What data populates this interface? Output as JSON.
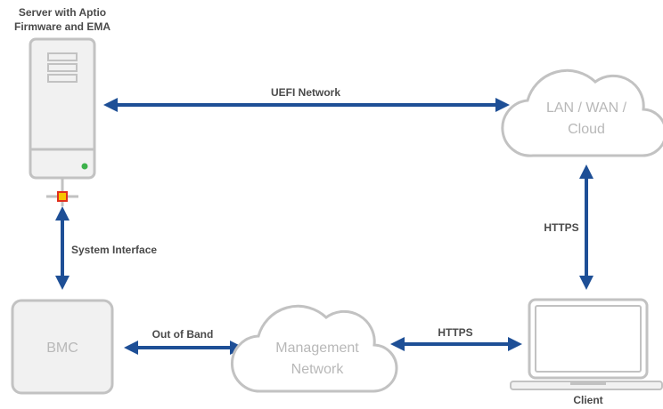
{
  "labels": {
    "server_title_line1": "Server with Aptio",
    "server_title_line2": "Firmware and EMA",
    "uefi_network": "UEFI Network",
    "system_interface": "System Interface",
    "out_of_band": "Out of Band",
    "https_client_mgmt": "HTTPS",
    "https_cloud_client": "HTTPS",
    "client": "Client"
  },
  "nodes": {
    "cloud_top_line1": "LAN / WAN /",
    "cloud_top_line2": "Cloud",
    "cloud_mgmt_line1": "Management",
    "cloud_mgmt_line2": "Network",
    "bmc": "BMC"
  },
  "colors": {
    "arrow": "#1e4f96",
    "outline": "#c2c2c2",
    "fill_light": "#f1f1f1",
    "led_green": "#3db24b",
    "port_yellow": "#f7c400",
    "port_red": "#e0301e",
    "label_text": "#4a4a4a",
    "node_text": "#b8b8b8"
  }
}
